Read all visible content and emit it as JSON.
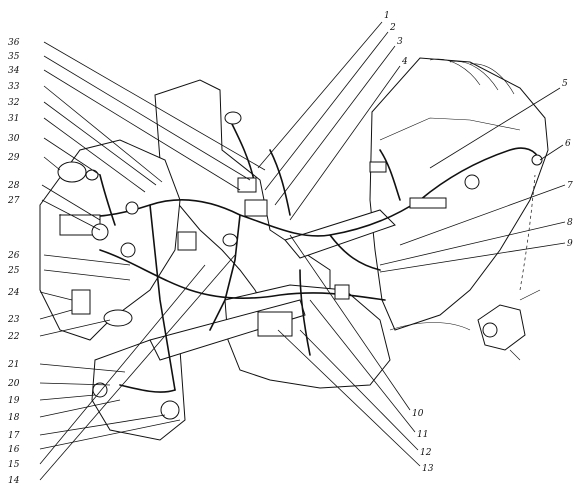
{
  "callouts": {
    "left": [
      "36",
      "35",
      "34",
      "33",
      "32",
      "31",
      "30",
      "29",
      "28",
      "27",
      "26",
      "25",
      "24",
      "23",
      "22",
      "21",
      "20",
      "19",
      "18",
      "17",
      "16",
      "15",
      "14"
    ],
    "right_top": [
      "1",
      "2",
      "3",
      "4",
      "5",
      "6",
      "7",
      "8",
      "9"
    ],
    "bottom": [
      "10",
      "11",
      "12",
      "13"
    ]
  }
}
